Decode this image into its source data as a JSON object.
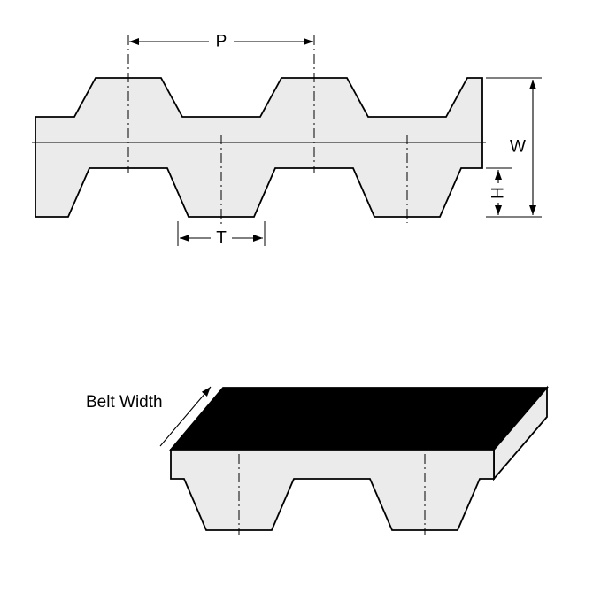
{
  "diagram": {
    "kind": "timing-belt-technical-drawing",
    "labels": {
      "p": "P",
      "w": "W",
      "h": "H",
      "t": "T",
      "belt_width": "Belt Width"
    },
    "colors": {
      "belt_fill": "#ebebeb",
      "top_surface": "#000000",
      "line": "#000000",
      "background": "#ffffff"
    }
  }
}
